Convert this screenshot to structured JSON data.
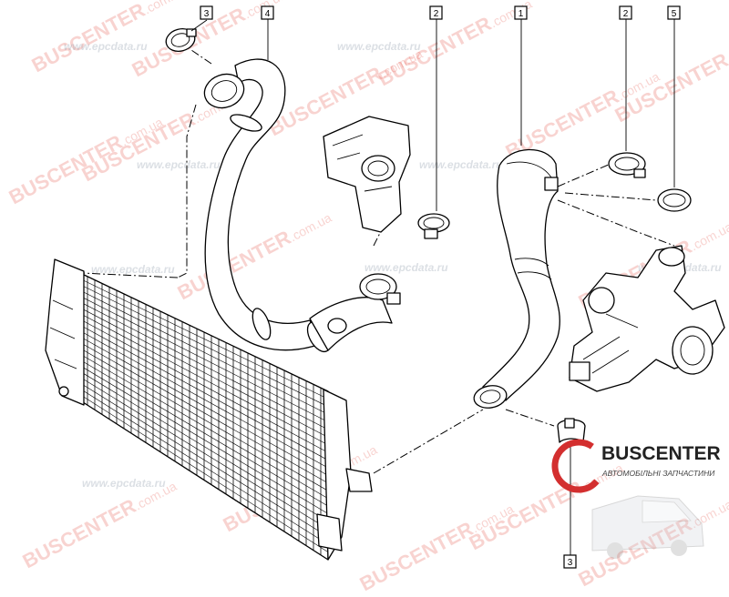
{
  "callouts": [
    {
      "id": "c3a",
      "label": "3"
    },
    {
      "id": "c4",
      "label": "4"
    },
    {
      "id": "c2a",
      "label": "2"
    },
    {
      "id": "c1",
      "label": "1"
    },
    {
      "id": "c2b",
      "label": "2"
    },
    {
      "id": "c5",
      "label": "5"
    },
    {
      "id": "c3b",
      "label": "3"
    }
  ],
  "watermarks": {
    "brand": "BUSCENTER",
    "domain_suffix": ".com.ua",
    "catalog_site": "www.epcdata.ru"
  },
  "logo": {
    "title": "BUSCENTER",
    "subtitle": "АВТОМОБІЛЬНІ ЗАПЧАСТИНИ",
    "accent_color": "#d32f2f",
    "text_color": "#222222"
  },
  "colors": {
    "line": "#000000",
    "watermark_red": "#e33b2f",
    "watermark_grey": "#9aa6b4"
  }
}
